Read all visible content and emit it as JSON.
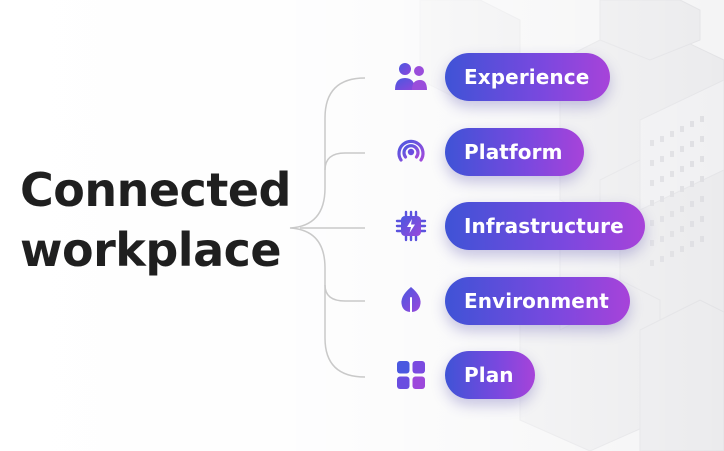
{
  "headline": {
    "line1": "Connected",
    "line2": "workplace"
  },
  "items": [
    {
      "label": "Experience",
      "icon": "people-icon"
    },
    {
      "label": "Platform",
      "icon": "broadcast-icon"
    },
    {
      "label": "Infrastructure",
      "icon": "chip-icon"
    },
    {
      "label": "Environment",
      "icon": "leaf-icon"
    },
    {
      "label": "Plan",
      "icon": "grid-icon"
    }
  ],
  "colors": {
    "gradient_start": "#3f53d6",
    "gradient_mid": "#7b48df",
    "gradient_end": "#a743d9",
    "headline": "#1f1f1f",
    "brace": "#c9c9c9"
  }
}
